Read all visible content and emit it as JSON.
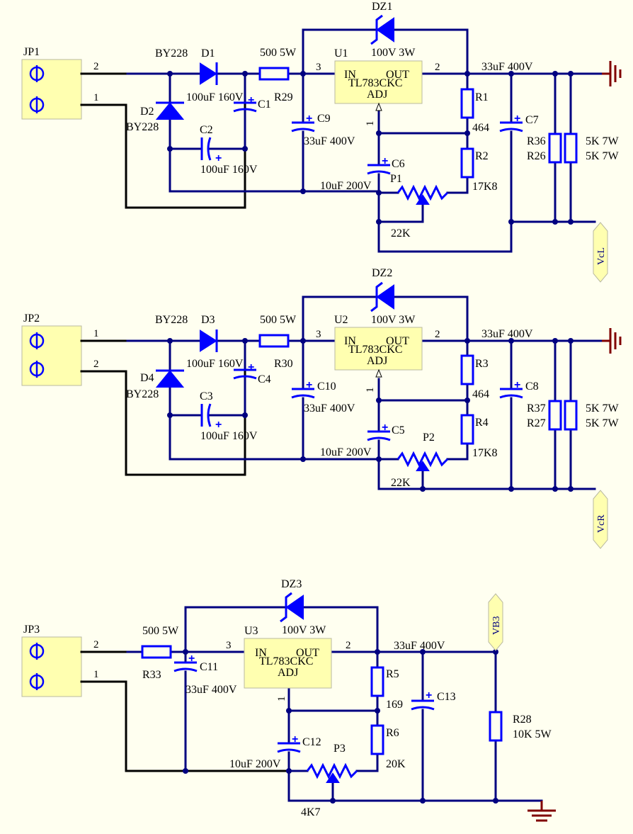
{
  "sections": [
    {
      "connector": "JP1",
      "pin_top": "2",
      "pin_bottom": "1",
      "diode_main": {
        "ref": "D1",
        "type": "BY228"
      },
      "diode_shunt": {
        "ref": "D2",
        "type": "BY228"
      },
      "resistor_in": {
        "ref": "R29",
        "value": "500 5W"
      },
      "cap_a": {
        "ref": "C1",
        "value": "100uF 160V"
      },
      "cap_b": {
        "ref": "C2",
        "value": "100uF 160V"
      },
      "cap_in": {
        "ref": "C9",
        "value": "33uF 400V"
      },
      "zener": {
        "ref": "DZ1",
        "value": "100V 3W"
      },
      "regulator": {
        "ref": "U1",
        "part": "TL783CKC",
        "in": "IN",
        "out": "OUT",
        "adj": "ADJ",
        "pin_in": "3",
        "pin_out": "2",
        "pin_adj": "1"
      },
      "cap_out": {
        "ref": "C7",
        "value": "33uF 400V"
      },
      "r_upper": {
        "ref": "R1",
        "value": "464"
      },
      "r_lower": {
        "ref": "R2",
        "value": "17K8"
      },
      "cap_adj": {
        "ref": "C6",
        "value": "10uF 200V"
      },
      "pot": {
        "ref": "P1",
        "value": "22K"
      },
      "load_1": {
        "ref": "R36",
        "value": "5K 7W"
      },
      "load_2": {
        "ref": "R26",
        "value": "5K 7W"
      },
      "port": "VcL"
    },
    {
      "connector": "JP2",
      "pin_top": "1",
      "pin_bottom": "2",
      "diode_main": {
        "ref": "D3",
        "type": "BY228"
      },
      "diode_shunt": {
        "ref": "D4",
        "type": "BY228"
      },
      "resistor_in": {
        "ref": "R30",
        "value": "500 5W"
      },
      "cap_a": {
        "ref": "C4",
        "value": "100uF 160V"
      },
      "cap_b": {
        "ref": "C3",
        "value": "100uF 160V"
      },
      "cap_in": {
        "ref": "C10",
        "value": "33uF 400V"
      },
      "zener": {
        "ref": "DZ2",
        "value": "100V 3W"
      },
      "regulator": {
        "ref": "U2",
        "part": "TL783CKC",
        "in": "IN",
        "out": "OUT",
        "adj": "ADJ",
        "pin_in": "3",
        "pin_out": "2",
        "pin_adj": "1"
      },
      "cap_out": {
        "ref": "C8",
        "value": "33uF 400V"
      },
      "r_upper": {
        "ref": "R3",
        "value": "464"
      },
      "r_lower": {
        "ref": "R4",
        "value": "17K8"
      },
      "cap_adj": {
        "ref": "C5",
        "value": "10uF 200V"
      },
      "pot": {
        "ref": "P2",
        "value": "22K"
      },
      "load_1": {
        "ref": "R37",
        "value": "5K 7W"
      },
      "load_2": {
        "ref": "R27",
        "value": "5K 7W"
      },
      "port": "VcR"
    },
    {
      "connector": "JP3",
      "pin_top": "2",
      "pin_bottom": "1",
      "resistor_in": {
        "ref": "R33",
        "value": "500 5W"
      },
      "cap_in": {
        "ref": "C11",
        "value": "33uF 400V"
      },
      "zener": {
        "ref": "DZ3",
        "value": "100V 3W"
      },
      "regulator": {
        "ref": "U3",
        "part": "TL783CKC",
        "in": "IN",
        "out": "OUT",
        "adj": "ADJ",
        "pin_in": "3",
        "pin_out": "2",
        "pin_adj": "1"
      },
      "cap_out": {
        "ref": "C13",
        "value": "33uF 400V"
      },
      "r_upper": {
        "ref": "R5",
        "value": "169"
      },
      "r_lower": {
        "ref": "R6",
        "value": "20K"
      },
      "cap_adj": {
        "ref": "C12",
        "value": "10uF 200V"
      },
      "pot": {
        "ref": "P3",
        "value": "4K7"
      },
      "load_1": {
        "ref": "R28",
        "value": "10K 5W"
      },
      "port": "VB3"
    }
  ],
  "colors": {
    "background": "#fffff0",
    "wire": "#000080",
    "component": "#0000ff",
    "ground": "#800000",
    "box_fill": "#ffffb0"
  }
}
